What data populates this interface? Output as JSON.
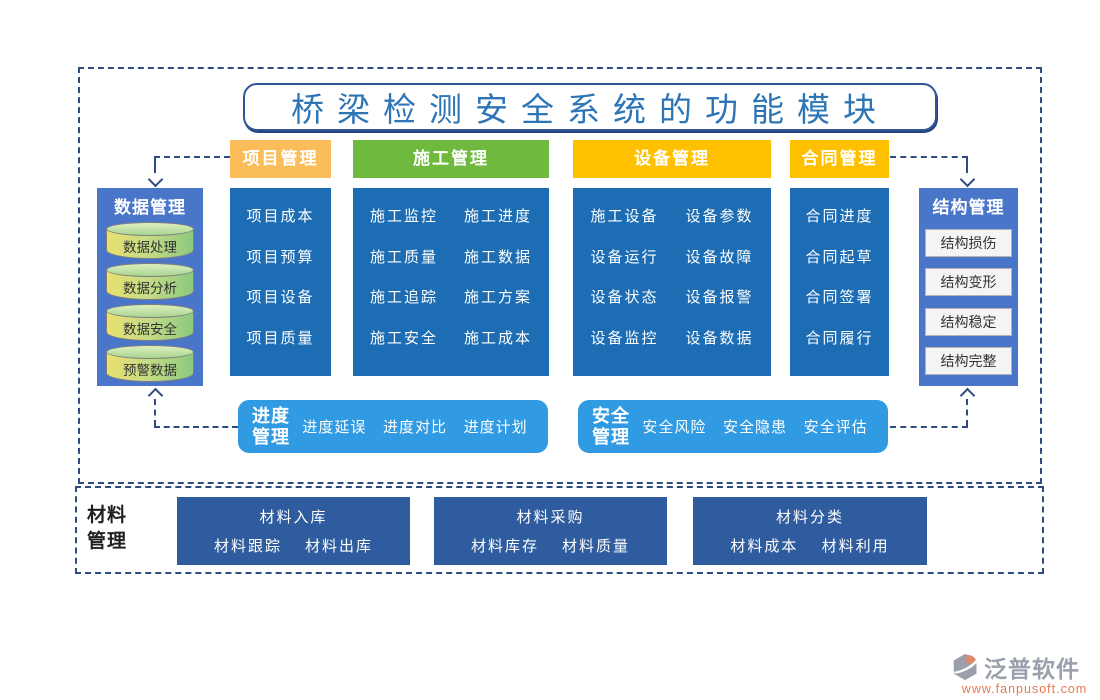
{
  "title": "桥梁检测安全系统的功能模块",
  "colors": {
    "header_orange": "#FABD59",
    "header_green": "#6FB93F",
    "header_gold": "#FFC000",
    "column_blue": "#1C6DB4",
    "side_panel_blue": "#4A76C9",
    "rounded_bar_blue": "#309BE2",
    "material_navy": "#2E5C9E",
    "dash_line_navy": "#2E4C80",
    "title_text_blue": "#2E75B6",
    "logo_gray": "#9AA0AC",
    "logo_orange": "#E8784F"
  },
  "headers": {
    "project": "项目管理",
    "construction": "施工管理",
    "equipment": "设备管理",
    "contract": "合同管理"
  },
  "project_col": {
    "items": [
      "项目成本",
      "项目预算",
      "项目设备",
      "项目质量"
    ]
  },
  "construction_col": {
    "items": [
      "施工监控",
      "施工进度",
      "施工质量",
      "施工数据",
      "施工追踪",
      "施工方案",
      "施工安全",
      "施工成本"
    ]
  },
  "equipment_col": {
    "items": [
      "施工设备",
      "设备参数",
      "设备运行",
      "设备故障",
      "设备状态",
      "设备报警",
      "设备监控",
      "设备数据"
    ]
  },
  "contract_col": {
    "items": [
      "合同进度",
      "合同起草",
      "合同签署",
      "合同履行"
    ]
  },
  "data_mgmt": {
    "title": "数据管理",
    "items": [
      "数据处理",
      "数据分析",
      "数据安全",
      "预警数据"
    ]
  },
  "structure_mgmt": {
    "title": "结构管理",
    "items": [
      "结构损伤",
      "结构变形",
      "结构稳定",
      "结构完整"
    ]
  },
  "progress_mgmt": {
    "title_lines": [
      "进度",
      "管理"
    ],
    "items": [
      "进度延误",
      "进度对比",
      "进度计划"
    ]
  },
  "safety_mgmt": {
    "title_lines": [
      "安全",
      "管理"
    ],
    "items": [
      "安全风险",
      "安全隐患",
      "安全评估"
    ]
  },
  "material_mgmt": {
    "label_lines": [
      "材料",
      "管理"
    ],
    "groups": [
      {
        "title": "材料入库",
        "items": [
          "材料跟踪",
          "材料出库"
        ]
      },
      {
        "title": "材料采购",
        "items": [
          "材料库存",
          "材料质量"
        ]
      },
      {
        "title": "材料分类",
        "items": [
          "材料成本",
          "材料利用"
        ]
      }
    ]
  },
  "logo": {
    "name": "泛普软件",
    "url": "www.fanpusoft.com"
  }
}
